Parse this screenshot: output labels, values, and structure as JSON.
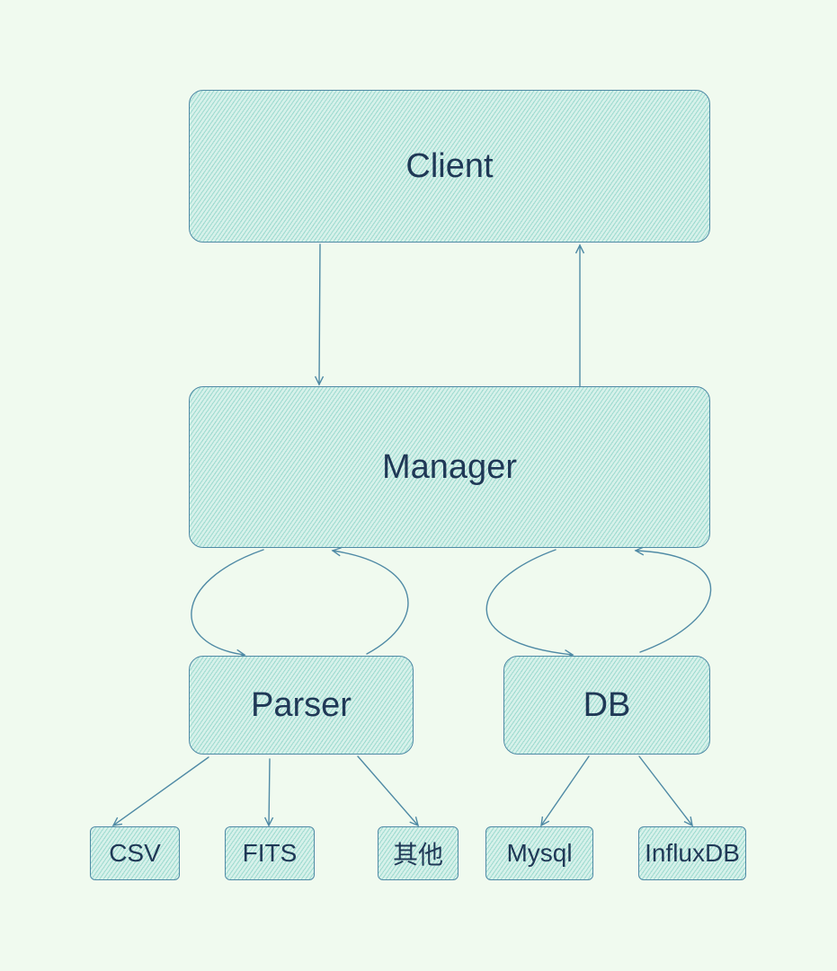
{
  "nodes": {
    "client": "Client",
    "manager": "Manager",
    "parser": "Parser",
    "db": "DB",
    "csv": "CSV",
    "fits": "FITS",
    "other": "其他",
    "mysql": "Mysql",
    "influxdb": "InfluxDB"
  },
  "colors": {
    "background": "#f0faef",
    "node_fill": "#d6f1ea",
    "hatch": "#6ec8b9",
    "stroke": "#4f8aa5",
    "text": "#1f3856"
  }
}
